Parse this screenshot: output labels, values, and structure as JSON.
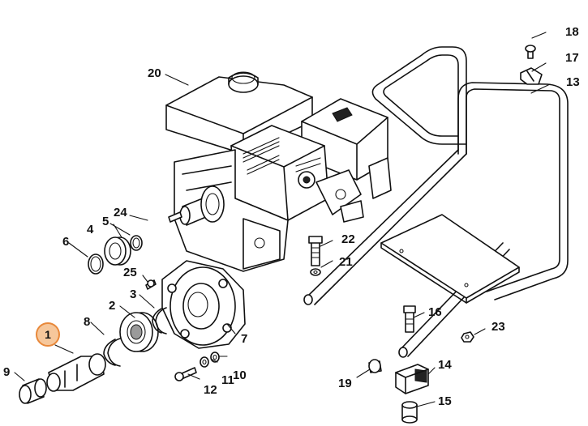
{
  "diagram": {
    "highlight_color": "#f6c79b",
    "highlight_border": "#e8883a",
    "labels": {
      "p1": "1",
      "p2": "2",
      "p3": "3",
      "p4": "4",
      "p5": "5",
      "p6": "6",
      "p7": "7",
      "p8": "8",
      "p9": "9",
      "p10": "10",
      "p11": "11",
      "p12": "12",
      "p13": "13",
      "p14": "14",
      "p15": "15",
      "p16": "16",
      "p17": "17",
      "p18": "18",
      "p19": "19",
      "p20": "20",
      "p21": "21",
      "p22": "22",
      "p23": "23",
      "p24": "24",
      "p25": "25"
    }
  }
}
